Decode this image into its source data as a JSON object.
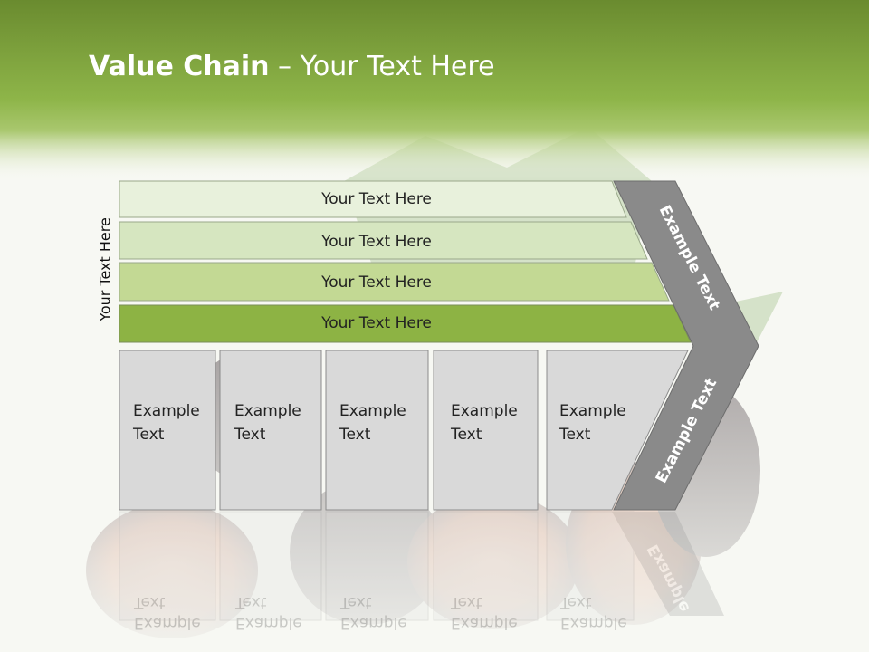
{
  "title": {
    "bold": "Value Chain",
    "rest": " – Your Text Here"
  },
  "side_label": "Your Text Here",
  "bands": [
    {
      "label": "Your Text Here",
      "color": "#e8f1dc"
    },
    {
      "label": "Your Text Here",
      "color": "#d6e6c0"
    },
    {
      "label": "Your Text Here",
      "color": "#c3d994"
    },
    {
      "label": "Your Text Here",
      "color": "#8db344"
    }
  ],
  "activities": [
    {
      "line1": "Example",
      "line2": "Text"
    },
    {
      "line1": "Example",
      "line2": "Text"
    },
    {
      "line1": "Example",
      "line2": "Text"
    },
    {
      "line1": "Example",
      "line2": "Text"
    },
    {
      "line1": "Example",
      "line2": "Text"
    }
  ],
  "chevron": {
    "upper": "Example Text",
    "lower": "Example Text"
  },
  "colors": {
    "header_top": "#6e8f32",
    "header_mid": "#8eb549",
    "box_fill": "#d9d9d9",
    "chevron_fill": "#8a8a8a"
  }
}
